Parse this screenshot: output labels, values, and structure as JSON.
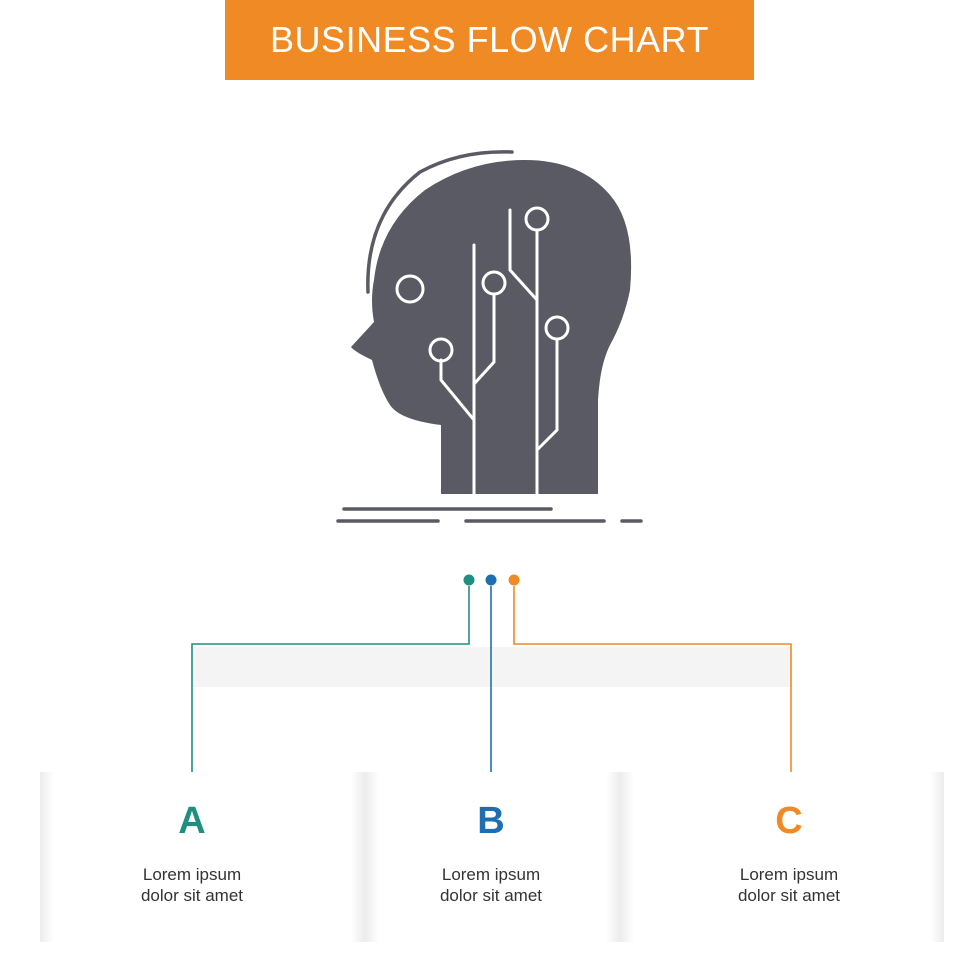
{
  "header": {
    "title": "BUSINESS FLOW CHART"
  },
  "colors": {
    "banner": "#f08a24",
    "icon": "#5a5a64",
    "a": "#1f8f80",
    "b": "#1f6fb0",
    "c": "#f08a24"
  },
  "icon": {
    "name": "head-circuit-icon"
  },
  "steps": [
    {
      "letter": "A",
      "line1": "Lorem ipsum",
      "line2": "dolor sit amet"
    },
    {
      "letter": "B",
      "line1": "Lorem ipsum",
      "line2": "dolor sit amet"
    },
    {
      "letter": "C",
      "line1": "Lorem ipsum",
      "line2": "dolor sit amet"
    }
  ]
}
